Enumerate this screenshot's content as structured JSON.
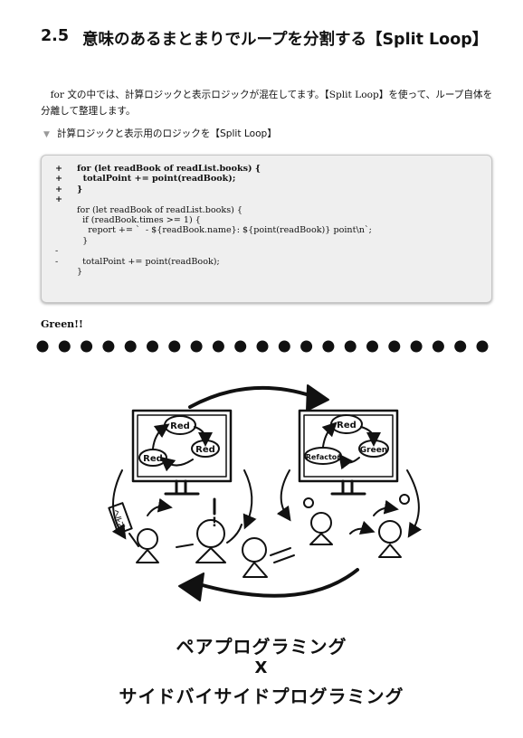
{
  "section": {
    "number": "2.5",
    "title": "意味のあるまとまりでループを分割する【Split Loop】"
  },
  "paragraph": "for 文の中では、計算ロジックと表示ロジックが混在してます。【Split Loop】を使って、ループ自体を分離して整理します。",
  "caption": {
    "marker": "▼",
    "text": "計算ロジックと表示用のロジックを【Split Loop】"
  },
  "code": [
    {
      "mark": "+",
      "text": "for (let readBook of readList.books) {",
      "bold": true
    },
    {
      "mark": "+",
      "text": "  totalPoint += point(readBook);",
      "bold": true
    },
    {
      "mark": "+",
      "text": "}",
      "bold": true
    },
    {
      "mark": "+",
      "text": "",
      "bold": true
    },
    {
      "mark": "",
      "text": "for (let readBook of readList.books) {",
      "bold": false
    },
    {
      "mark": "",
      "text": "  if (readBook.times >= 1) {",
      "bold": false
    },
    {
      "mark": "",
      "text": "    report += `  - ${readBook.name}: ${point(readBook)} point\\n`;",
      "bold": false
    },
    {
      "mark": "",
      "text": "  }",
      "bold": false
    },
    {
      "mark": "-",
      "text": "",
      "bold": false
    },
    {
      "mark": "-",
      "text": "  totalPoint += point(readBook);",
      "bold": false
    },
    {
      "mark": "",
      "text": "}",
      "bold": false
    }
  ],
  "status": "Green!!",
  "illustration": {
    "left_board": {
      "top": "Red",
      "left": "Red",
      "right": "Red"
    },
    "right_board": {
      "top": "Red",
      "left": "Refactor",
      "right": "Green"
    },
    "sign": "ヘルプ",
    "exclaim": "!"
  },
  "big_text": {
    "line1": "ペアプログラミング",
    "line2": "X",
    "line3": "サイドバイサイドプログラミング"
  }
}
